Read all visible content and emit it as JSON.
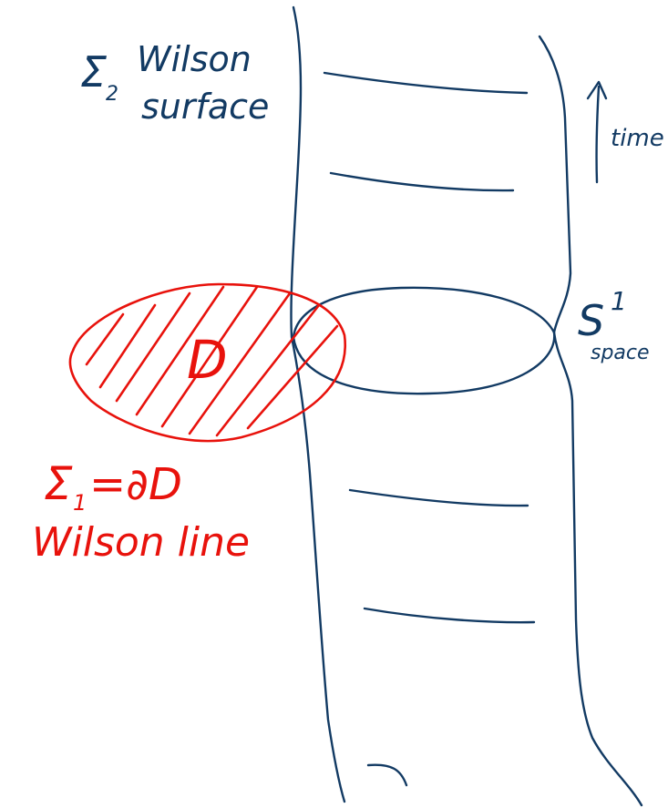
{
  "colors": {
    "blue_ink": "#123a63",
    "red_ink": "#e8120c",
    "paper": "#ffffff"
  },
  "labels": {
    "sigma2_symbol": "Σ",
    "sigma2_subscript": "2",
    "sigma2_line1": "Wilson",
    "sigma2_line2": "surface",
    "time_arrow_label": "time",
    "circle_label": "S",
    "circle_superscript": "1",
    "circle_sublabel": "space",
    "disk_label": "D",
    "sigma1_text": "Σ",
    "sigma1_subscript": "1",
    "sigma1_rhs": "=∂D",
    "sigma1_caption": "Wilson line"
  }
}
